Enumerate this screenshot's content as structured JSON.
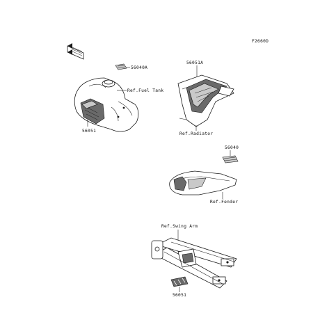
{
  "diagram": {
    "figure_code": "F2660D",
    "labels": {
      "p56040A": "56040A",
      "ref_fuel_tank": "Ref.Fuel Tank",
      "p56051_tank": "56051",
      "p56051A": "56051A",
      "ref_radiator": "Ref.Radiator",
      "p56040": "56040",
      "ref_fender": "Ref.Fender",
      "ref_swing_arm": "Ref.Swing Arm",
      "p56051_arm": "56051"
    }
  },
  "colors": {
    "ink": "#1a1a1a",
    "shade": "#c9c9c9",
    "dark": "#6a6a6a",
    "background": "#ffffff"
  }
}
